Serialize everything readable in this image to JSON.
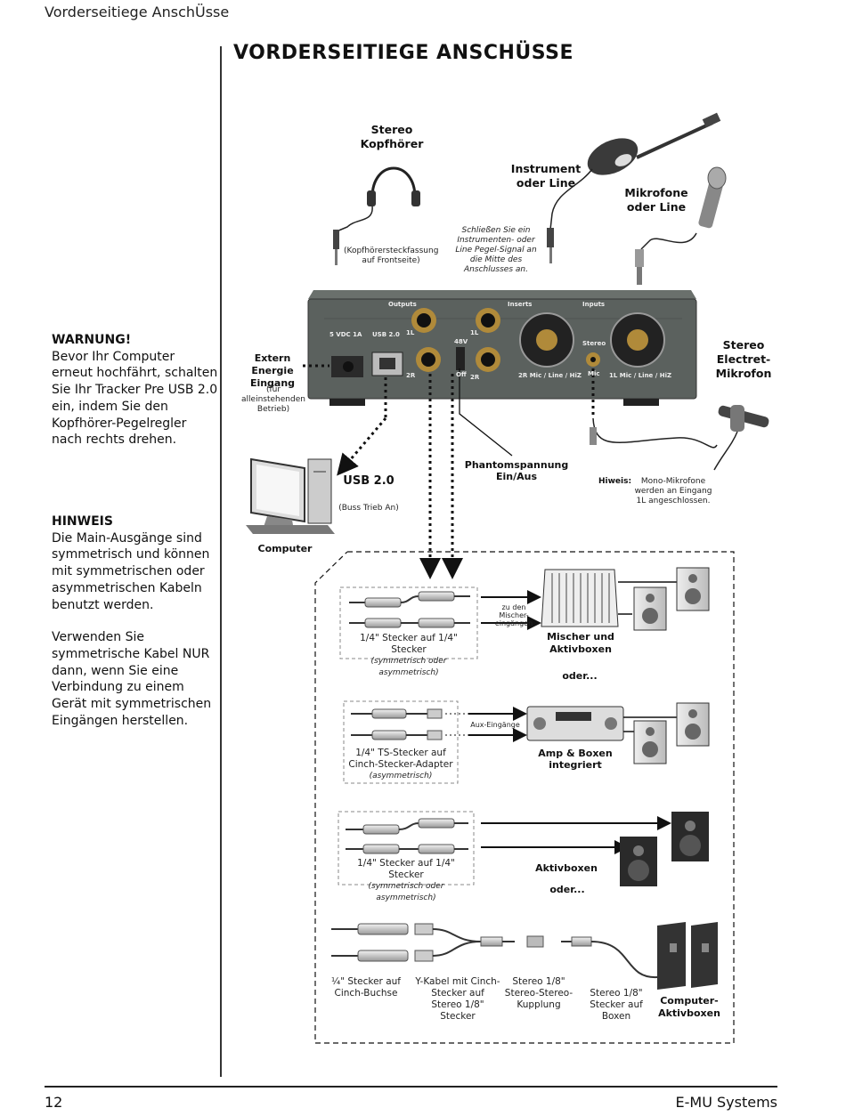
{
  "header": {
    "running_title": "Vorderseitiege AnschÜsse"
  },
  "page": {
    "title": "VORDERSEITIEGE ANSCHÜSSE"
  },
  "sidebar": {
    "warning_heading": "WARNUNG!",
    "warning_text": "Bevor Ihr Computer erneut hochfährt, schalten Sie Ihr Tracker Pre USB 2.0 ein, indem Sie den Kopfhörer-Pegelregler nach rechts drehen.",
    "note_heading": "HINWEIS",
    "note_text_1": "Die Main-Ausgänge sind symmetrisch und können mit symmetrischen oder asymmetrischen Kabeln benutzt werden.",
    "note_text_2": "Verwenden Sie symmetrische Kabel NUR dann, wenn Sie eine Verbindung zu einem Gerät mit symmetrischen Eingängen herstellen."
  },
  "diagram": {
    "headphones_label": "Stereo Kopfhörer",
    "headphones_note": "(Kopfhörersteckfassung auf Frontseite)",
    "instrument_label": "Instrument oder Line",
    "instrument_note": "Schließen Sie ein Instrumenten- oder Line Pegel-Signal an die Mitte des Anschlusses an.",
    "mic_label": "Mikrofone oder Line",
    "electret_label": "Stereo Electret-Mikrofon",
    "power_label": "Extern Energie Eingang",
    "power_note": "(für alleinstehenden Betrieb)",
    "usb_label": "USB 2.0",
    "usb_note": "(Buss Trieb An)",
    "computer_label": "Computer",
    "phantom_label": "Phantomspannung Ein/Aus",
    "hint_label": "Hiweis:",
    "hint_text": "Mono-Mikrofone werden an Eingang 1L angeschlossen.",
    "device": {
      "power_spec": "5 VDC 1A",
      "usb": "USB 2.0",
      "outputs": "Outputs",
      "inserts": "Inserts",
      "inputs": "Inputs",
      "out_1l": "1L",
      "out_2r": "2R",
      "ins_1l": "1L",
      "ins_2r": "2R",
      "v48": "48V",
      "off": "Off",
      "input_2r": "2R Mic / Line / HiZ",
      "input_1l": "1L Mic / Line / HiZ",
      "stereo": "Stereo",
      "mic": "Mic"
    },
    "mixer_cable": "1/4\" Stecker auf 1/4\" Stecker",
    "mixer_cable_note": "(symmetrisch oder asymmetrisch)",
    "mixer_input_note": "zu den Mischer-eingängen",
    "mixer_label": "Mischer und Aktivboxen",
    "or_1": "oder...",
    "amp_cable": "1/4\" TS-Stecker auf Cinch-Stecker-Adapter",
    "amp_cable_note": "(asymmetrisch)",
    "aux_note": "Aux-Eingänge",
    "amp_label": "Amp & Boxen integriert",
    "active_cable": "1/4\" Stecker auf 1/4\" Stecker",
    "active_cable_note": "(symmetrisch oder asymmetrisch)",
    "active_label": "Aktivboxen",
    "or_2": "oder...",
    "cinch_label": "¼\" Stecker auf Cinch-Buchse",
    "ycable_label": "Y-Kabel mit Cinch-Stecker auf Stereo 1/8\" Stecker",
    "coupler_label": "Stereo 1/8\" Stereo-Stereo-Kupplung",
    "plug_label": "Stereo 1/8\" Stecker auf Boxen",
    "pc_speakers_label": "Computer-Aktivboxen"
  },
  "footer": {
    "page_number": "12",
    "brand": "E-MU Systems"
  }
}
